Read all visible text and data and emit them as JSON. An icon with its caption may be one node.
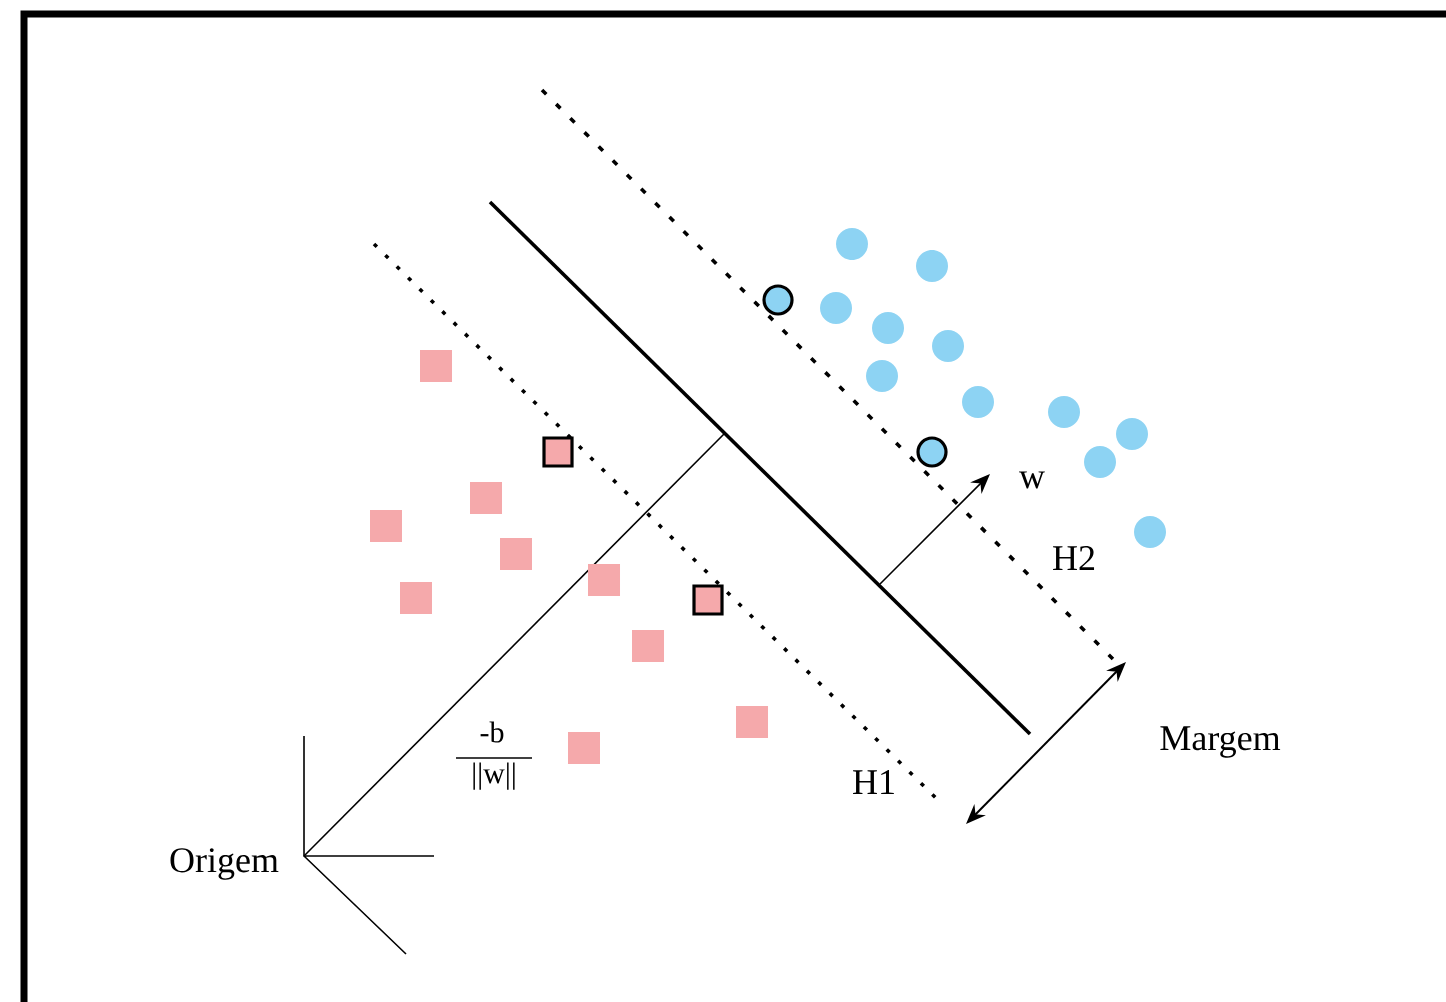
{
  "diagram": {
    "labels": [
      "w",
      "H2",
      "Margem",
      "H1",
      "-b",
      "||w||",
      "Origem"
    ]
  }
}
